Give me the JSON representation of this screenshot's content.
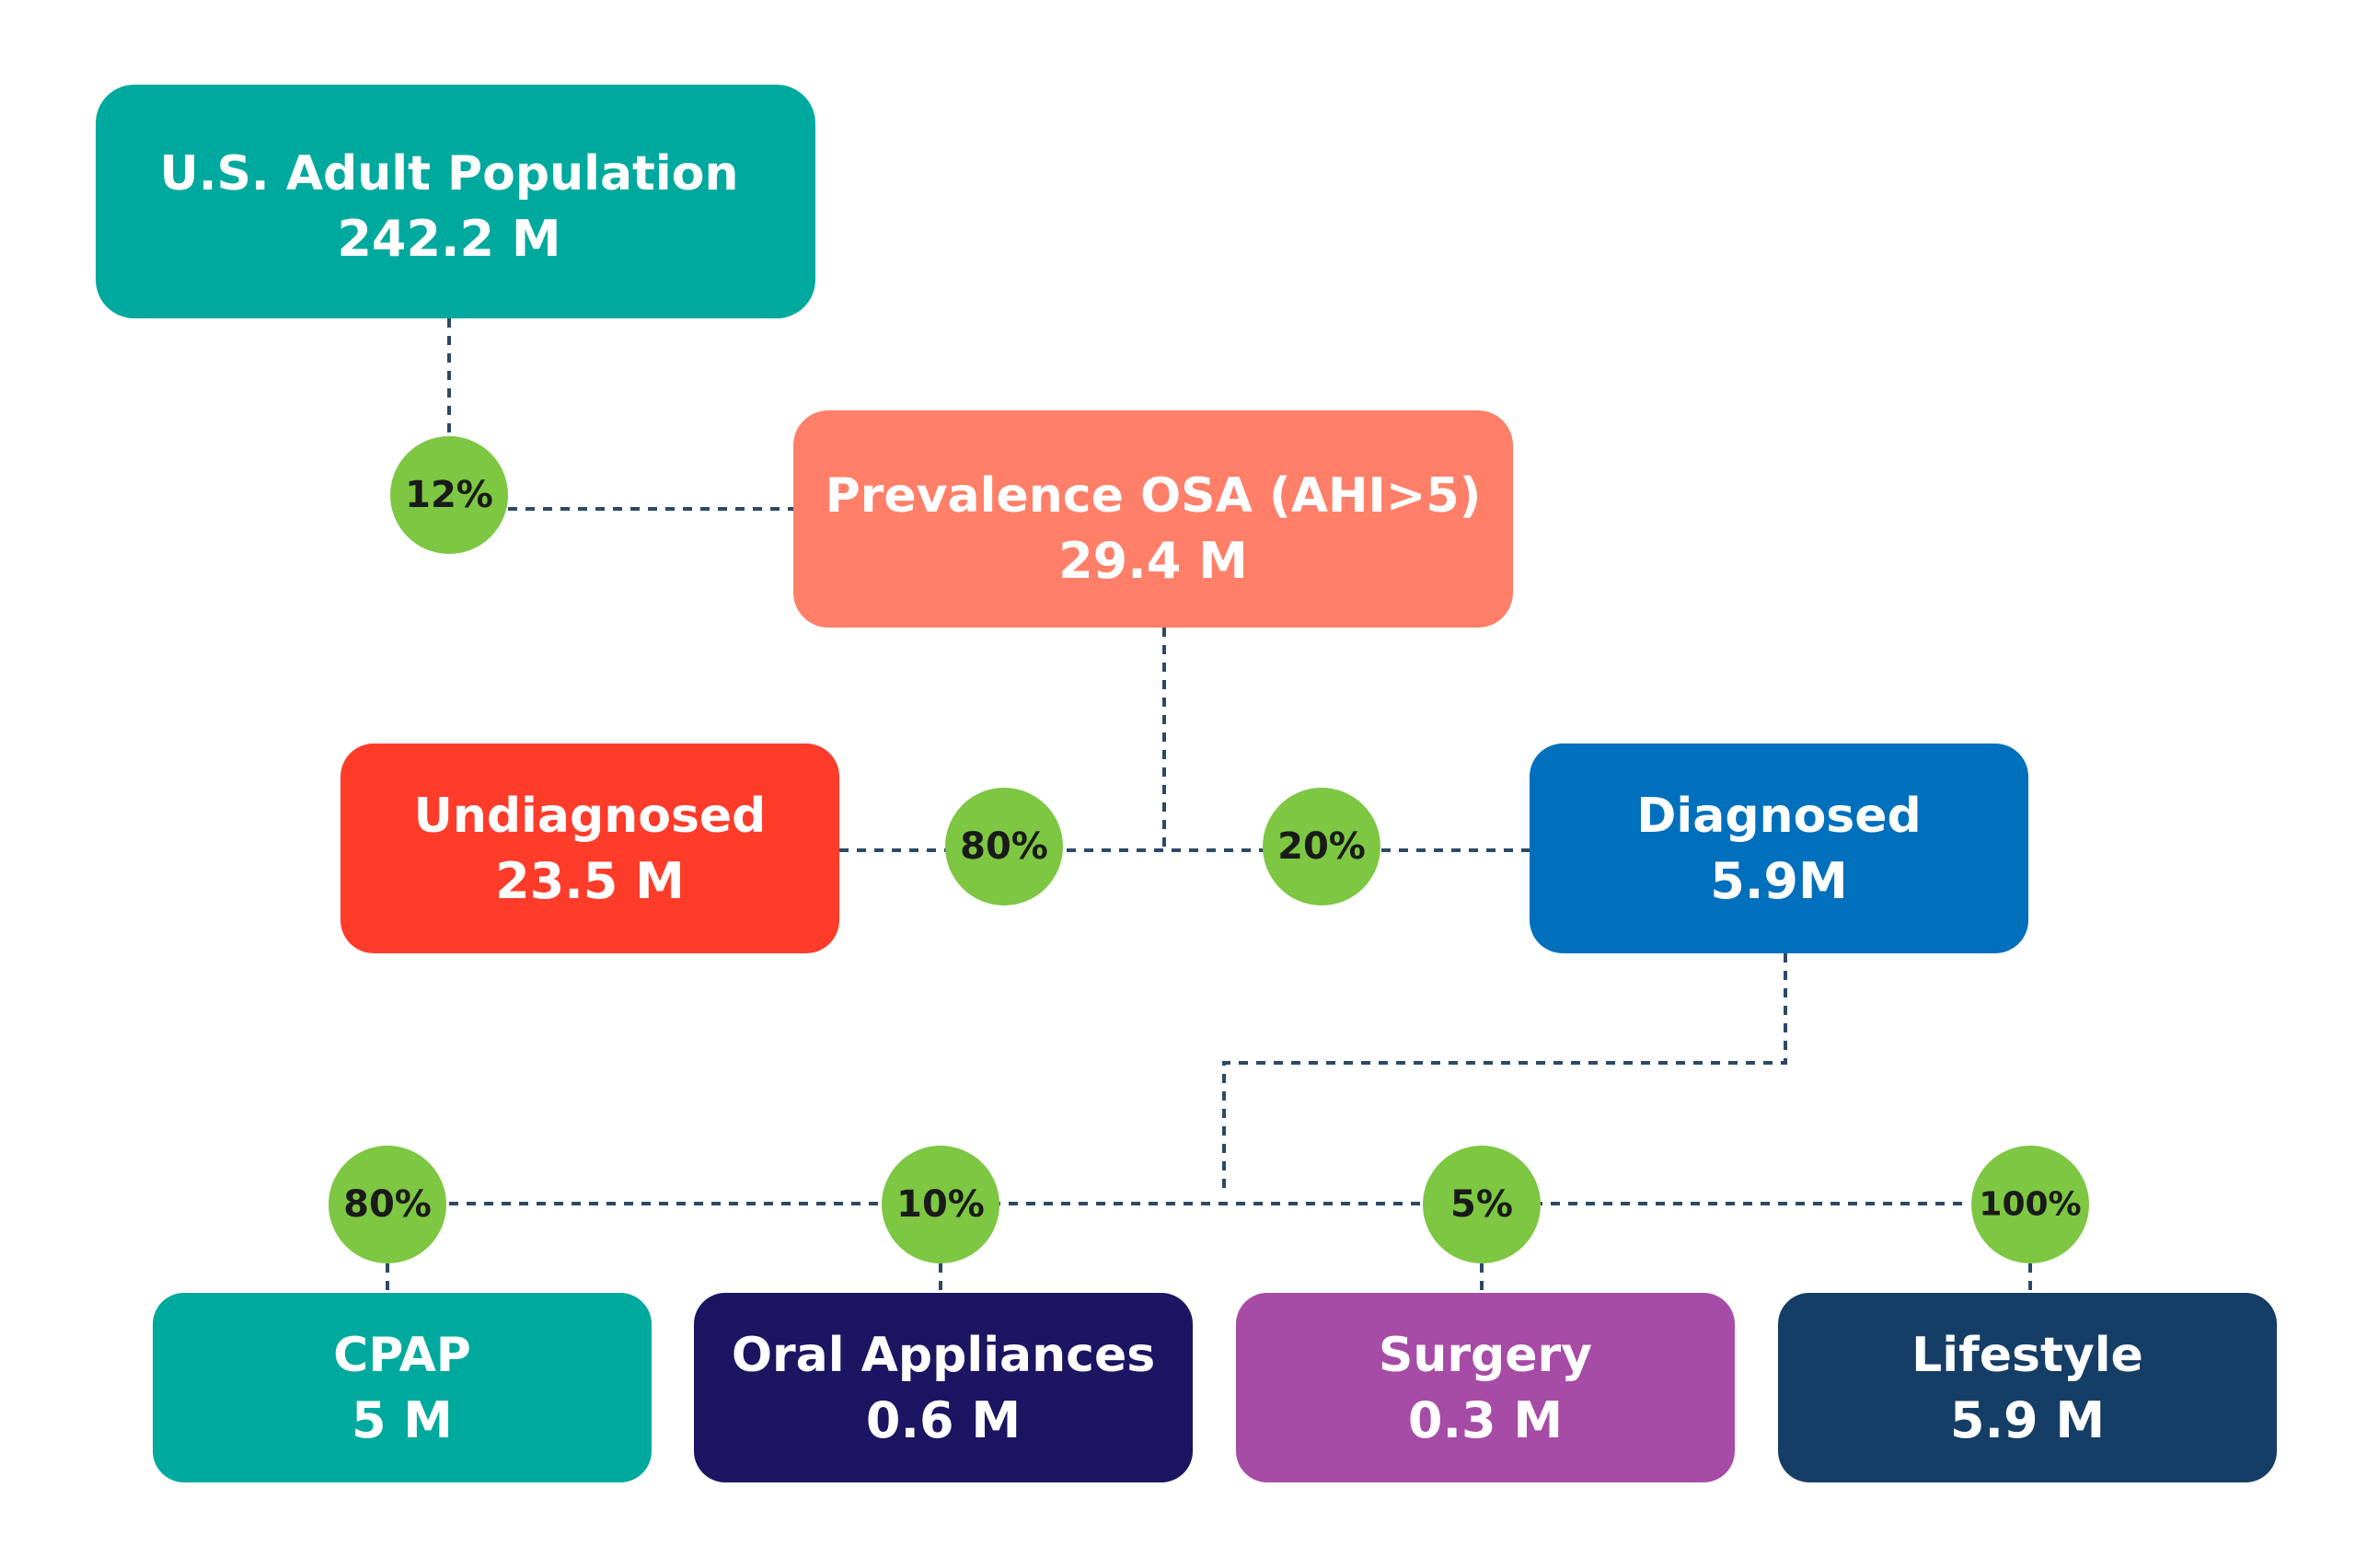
{
  "nodes": {
    "us_adult_population": {
      "title": "U.S. Adult Population",
      "value": "242.2 M",
      "color": "#00A99D"
    },
    "prevalence_osa": {
      "title": "Prevalence OSA (AHI>5)",
      "value": "29.4 M",
      "color": "#FF7F68"
    },
    "undiagnosed": {
      "title": "Undiagnosed",
      "value": "23.5 M",
      "color": "#FF3B2A"
    },
    "diagnosed": {
      "title": "Diagnosed",
      "value": "5.9M",
      "color": "#0070BD"
    },
    "cpap": {
      "title": "CPAP",
      "value": "5 M",
      "color": "#00A99D"
    },
    "oral_appliances": {
      "title": "Oral Appliances",
      "value": "0.6 M",
      "color": "#1C1562"
    },
    "surgery": {
      "title": "Surgery",
      "value": "0.3 M",
      "color": "#A64CA6"
    },
    "lifestyle": {
      "title": "Lifestyle",
      "value": "5.9 M",
      "color": "#153E66"
    }
  },
  "badges": {
    "prevalence": "12%",
    "undiagnosed": "80%",
    "diagnosed": "20%",
    "cpap": "80%",
    "oral_appliances": "10%",
    "surgery": "5%",
    "lifestyle": "100%"
  },
  "colors": {
    "badge": "#7DC742",
    "connector": "#2C4A66"
  }
}
